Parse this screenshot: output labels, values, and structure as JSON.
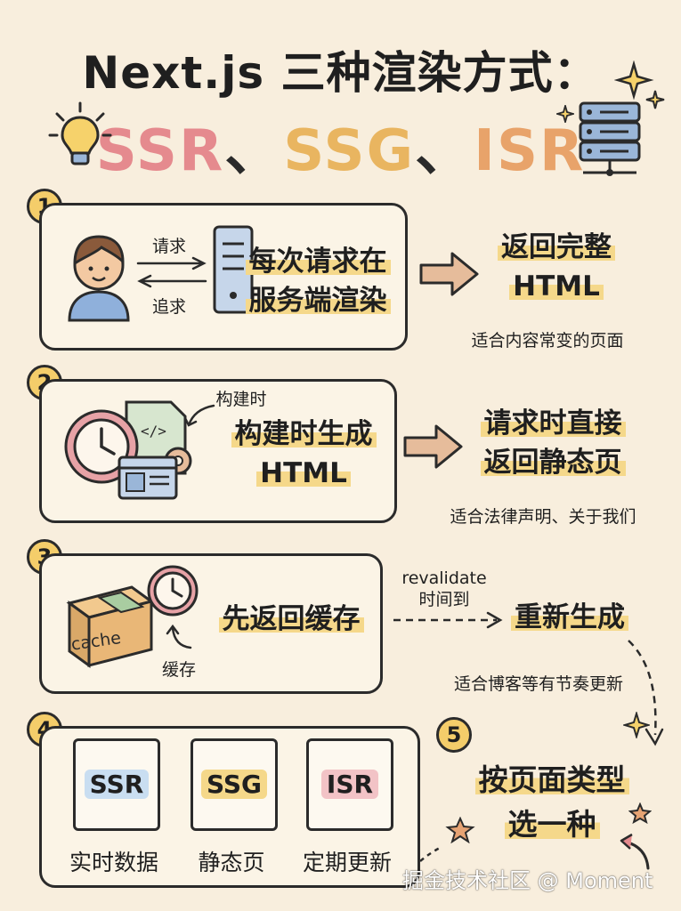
{
  "title": {
    "line1": "Next.js 三种渲染方式：",
    "ssr": "SSR",
    "sep1": "、",
    "ssg": "SSG",
    "sep2": "、",
    "isr": "ISR"
  },
  "steps": [
    {
      "number": "1",
      "request_label": "请求",
      "response_label": "追求",
      "main_line1": "每次请求在",
      "main_line2": "服务端渲染",
      "result_line1": "返回完整",
      "result_line2": "HTML",
      "note": "适合内容常变的页面"
    },
    {
      "number": "2",
      "tag": "构建时",
      "main_line1": "构建时生成",
      "main_line2": "HTML",
      "result_line1": "请求时直接",
      "result_line2": "返回静态页",
      "note": "适合法律声明、关于我们"
    },
    {
      "number": "3",
      "cache_label": "cache",
      "cache_caption": "缓存",
      "main": "先返回缓存",
      "arrow_line1": "revalidate",
      "arrow_line2": "时间到",
      "result": "重新生成",
      "note": "适合博客等有节奏更新"
    },
    {
      "number": "4",
      "cards": [
        {
          "label": "SSR",
          "caption": "实时数据"
        },
        {
          "label": "SSG",
          "caption": "静态页"
        },
        {
          "label": "ISR",
          "caption": "定期更新"
        }
      ]
    },
    {
      "number": "5",
      "line1": "按页面类型",
      "line2": "选一种"
    }
  ],
  "watermark": "掘金技术社区 @ Moment",
  "colors": {
    "background": "#f8eedd",
    "ssr": "#e58a8e",
    "ssg": "#e9b560",
    "isr": "#e8a36a",
    "highlight": "#f5d88a"
  }
}
